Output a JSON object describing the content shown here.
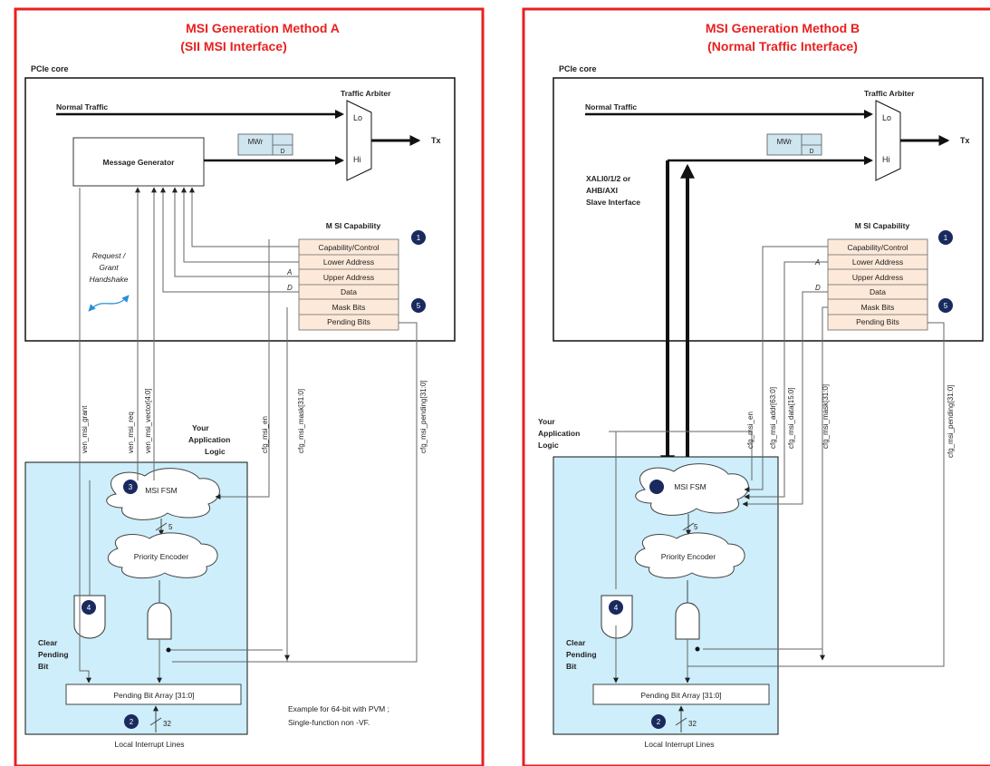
{
  "colors": {
    "frame": "#e8201f",
    "app_logic": "#cdeefa",
    "msi_rows": "#fde9d9",
    "mwr": "#cfe6f0",
    "badge": "#1a2a5e",
    "handshake": "#2a8fd6"
  },
  "panel_a": {
    "title_1": "MSI Generation Method A",
    "title_2": "(SII MSI Interface)",
    "pcie_core": "PCIe core",
    "normal_traffic": "Normal Traffic",
    "traffic_arbiter": "Traffic Arbiter",
    "lo": "Lo",
    "hi": "Hi",
    "tx": "Tx",
    "mwr": "MWr",
    "d": "D",
    "message_generator": "Message Generator",
    "msi_capability": "M SI Capability",
    "msi_rows": [
      "Capability/Control",
      "Lower Address",
      "Upper Address",
      "Data",
      "Mask Bits",
      "Pending Bits"
    ],
    "addr_a": "A",
    "data_d": "D",
    "handshake": [
      "Request /",
      "Grant",
      "Handshake"
    ],
    "signals": [
      "ven_msi_grant",
      "ven_msi_req",
      "ven_msi_vector[4:0]",
      "cfg_msi_en",
      "cfg_msi_mask[31:0]",
      "cfg_msi_pending[31:0]"
    ],
    "app_logic": [
      "Your",
      "Application",
      "Logic"
    ],
    "msi_fsm": "MSI FSM",
    "bus5": "5",
    "priority_encoder": "Priority Encoder",
    "clear_pending": [
      "Clear",
      "Pending",
      "Bit"
    ],
    "pending_array": "Pending Bit Array [31:0]",
    "bus32": "32",
    "local_interrupt": "Local Interrupt Lines",
    "example_1": "Example for 64-bit with PVM ;",
    "example_2": "Single-function non -VF.",
    "badges": [
      "1",
      "2",
      "3",
      "4",
      "5"
    ]
  },
  "panel_b": {
    "title_1": "MSI Generation Method B",
    "title_2": "(Normal Traffic Interface)",
    "pcie_core": "PCIe core",
    "normal_traffic": "Normal Traffic",
    "traffic_arbiter": "Traffic Arbiter",
    "lo": "Lo",
    "hi": "Hi",
    "tx": "Tx",
    "mwr": "MWr",
    "d": "D",
    "slave_interface": [
      "XALI0/1/2 or",
      "AHB/AXI",
      "Slave Interface"
    ],
    "msi_capability": "M SI Capability",
    "msi_rows": [
      "Capability/Control",
      "Lower Address",
      "Upper Address",
      "Data",
      "Mask Bits",
      "Pending Bits"
    ],
    "addr_a": "A",
    "data_d": "D",
    "signals": [
      "cfg_msi_en",
      "cfg_msi_addr[63:0]",
      "cfg_msi_data[15:0]",
      "cfg_msi_mask[31:0]",
      "cfg_msi_pending[31:0]"
    ],
    "app_logic": [
      "Your",
      "Application",
      "Logic"
    ],
    "msi_fsm": "MSI FSM",
    "bus5": "5",
    "priority_encoder": "Priority Encoder",
    "clear_pending": [
      "Clear",
      "Pending",
      "Bit"
    ],
    "pending_array": "Pending Bit Array [31:0]",
    "bus32": "32",
    "local_interrupt": "Local Interrupt Lines",
    "badges": [
      "1",
      "2",
      "4",
      "5"
    ]
  }
}
